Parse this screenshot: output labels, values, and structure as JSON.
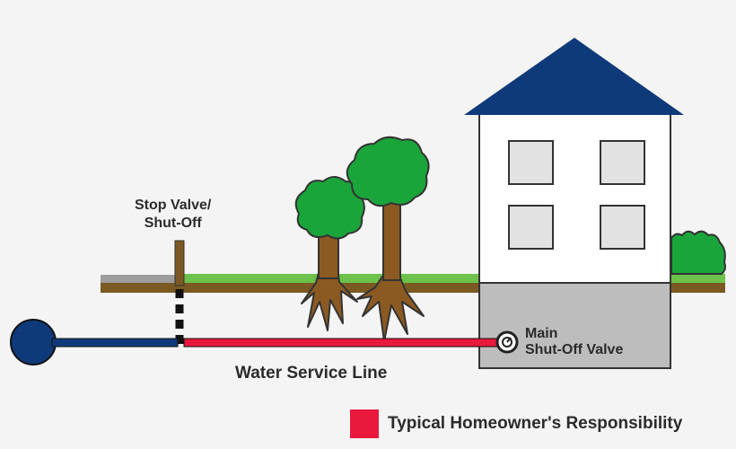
{
  "labels": {
    "stop_valve_line1": "Stop Valve/",
    "stop_valve_line2": "Shut-Off",
    "main_valve_line1": "Main",
    "main_valve_line2": "Shut-Off Valve",
    "service_line": "Water Service Line"
  },
  "legend": {
    "text": "Typical Homeowner's Responsibility",
    "color": "#e8193c"
  },
  "colors": {
    "water_main": "#0f3a7a",
    "homeowner_pipe": "#e8193c",
    "roof": "#0f3a7a",
    "grass": "#6cc24a",
    "soil": "#7a5a22",
    "tree_foliage": "#1aa53a",
    "trunk": "#8b5a22",
    "foundation": "#bdbdbd",
    "sidewalk": "#9e9e9e"
  },
  "icons": {
    "main_valve": "valve-gauge-icon",
    "stop_valve": "stop-valve-post-icon"
  }
}
